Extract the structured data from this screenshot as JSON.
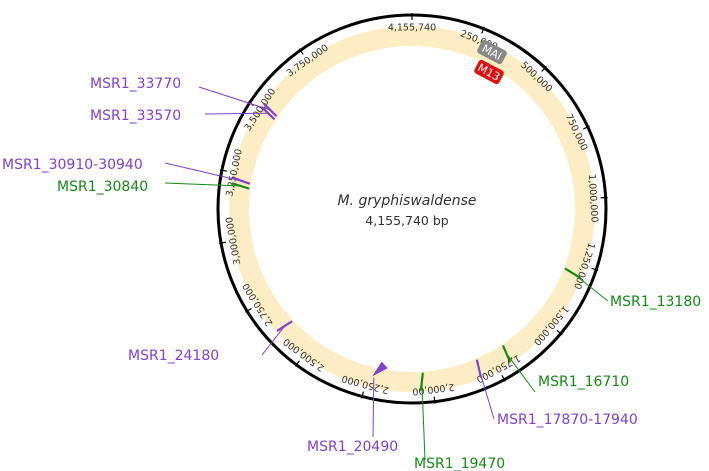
{
  "genome": {
    "name": "M. gryphiswaldense",
    "size_label": "4,155,740 bp",
    "total_bp": 4155740
  },
  "colors": {
    "backbone": "#000000",
    "band": "#fdedc4",
    "purple": "#8040d0",
    "green": "#138a13",
    "mai_box": "#888888",
    "m13_box": "#e01010"
  },
  "ticks": [
    {
      "label": "4,155,740",
      "pos": 0
    },
    {
      "label": "250,000",
      "pos": 250000
    },
    {
      "label": "500,000",
      "pos": 500000
    },
    {
      "label": "750,000",
      "pos": 750000
    },
    {
      "label": "1,000,000",
      "pos": 1000000
    },
    {
      "label": "1,250,000",
      "pos": 1250000
    },
    {
      "label": "1,500,000",
      "pos": 1500000
    },
    {
      "label": "1,750,000",
      "pos": 1750000
    },
    {
      "label": "2,000,00",
      "pos": 2000000
    },
    {
      "label": "2,250,000",
      "pos": 2250000
    },
    {
      "label": "2,500,000",
      "pos": 2500000
    },
    {
      "label": "2,750,000",
      "pos": 2750000
    },
    {
      "label": "3,000,000",
      "pos": 3000000
    },
    {
      "label": "3,250,000",
      "pos": 3250000
    },
    {
      "label": "3,500,000",
      "pos": 3500000
    },
    {
      "label": "3,750,000",
      "pos": 3750000
    }
  ],
  "regions": [
    {
      "label": "MAI",
      "pos": 370000,
      "color": "#888888"
    },
    {
      "label": "M13",
      "pos": 410000,
      "color": "#e01010"
    }
  ],
  "features": [
    {
      "label": "MSR1_33770",
      "pos": 3520000,
      "color": "#8040d0",
      "type": "tick"
    },
    {
      "label": "MSR1_33570",
      "pos": 3505000,
      "color": "#8040d0",
      "type": "tick"
    },
    {
      "label": "MSR1_30910-30940",
      "pos": 3225000,
      "color": "#8040d0",
      "type": "tick"
    },
    {
      "label": "MSR1_30840",
      "pos": 3205000,
      "color": "#138a13",
      "type": "tick"
    },
    {
      "label": "MSR1_13180",
      "pos": 1290000,
      "color": "#138a13",
      "type": "tick"
    },
    {
      "label": "MSR1_24180",
      "pos": 2625000,
      "color": "#8040d0",
      "type": "tick"
    },
    {
      "label": "MSR1_16710",
      "pos": 1695000,
      "color": "#138a13",
      "type": "tick"
    },
    {
      "label": "MSR1_17870-17940",
      "pos": 1815000,
      "color": "#8040d0",
      "type": "tick"
    },
    {
      "label": "MSR1_20490",
      "pos": 2225000,
      "color": "#8040d0",
      "type": "triangle"
    },
    {
      "label": "MSR1_19470",
      "pos": 2040000,
      "color": "#138a13",
      "type": "tick"
    }
  ]
}
